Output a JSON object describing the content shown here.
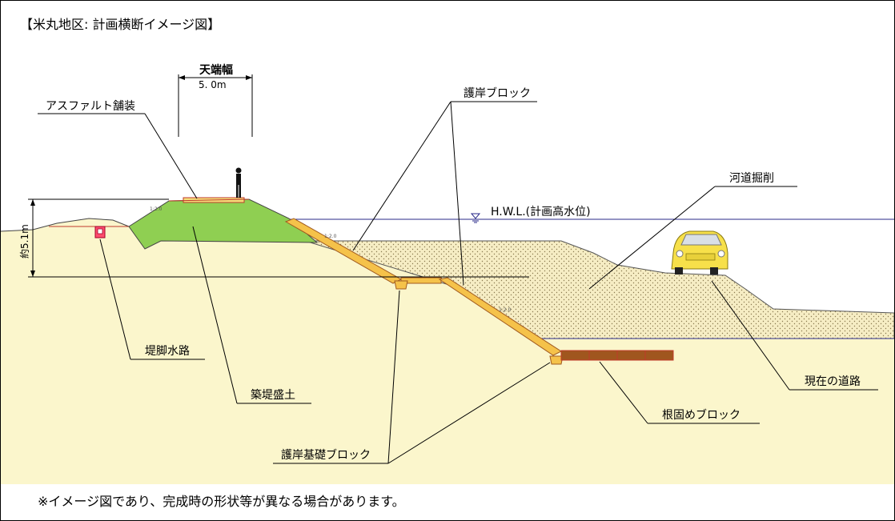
{
  "title": "【米丸地区: 計画横断イメージ図】",
  "note": "※イメージ図であり、完成時の形状等が異なる場合があります。",
  "labels": {
    "crest_width_title": "天端幅",
    "crest_width_value": "5. 0m",
    "asphalt": "アスファルト舗装",
    "revetment_block": "護岸ブロック",
    "river_excavation": "河道掘削",
    "hwl": "H.W.L.(計画高水位)",
    "height": "約5.1m",
    "toe_channel": "堤脚水路",
    "embankment": "築堤盛土",
    "current_road": "現在の道路",
    "root_block": "根固めブロック",
    "base_block": "護岸基礎ブロック",
    "slope_a": "1:2.0",
    "slope_b": "1:2.0",
    "slope_c": "1:2.0"
  },
  "colors": {
    "ground": "#fbf6cc",
    "embankment": "#8fcf52",
    "revetment": "#f5c24a",
    "root_block": "#a0561e",
    "hwl_line": "#2a2a8a",
    "car": "#f7e04a"
  }
}
